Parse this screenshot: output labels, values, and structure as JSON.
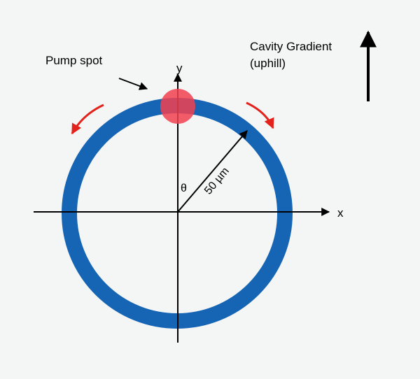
{
  "labels": {
    "pump_spot": "Pump spot",
    "gradient_line1": "Cavity Gradient",
    "gradient_line2": "(uphill)",
    "x_axis": "x",
    "y_axis": "y",
    "theta": "θ",
    "radius": "50 µm"
  },
  "colors": {
    "background": "#f4f5f5",
    "ring": "#1565b4",
    "pump_spot": "#f0414f",
    "rotation_arrows": "#e3231b",
    "axes": "#000000"
  }
}
